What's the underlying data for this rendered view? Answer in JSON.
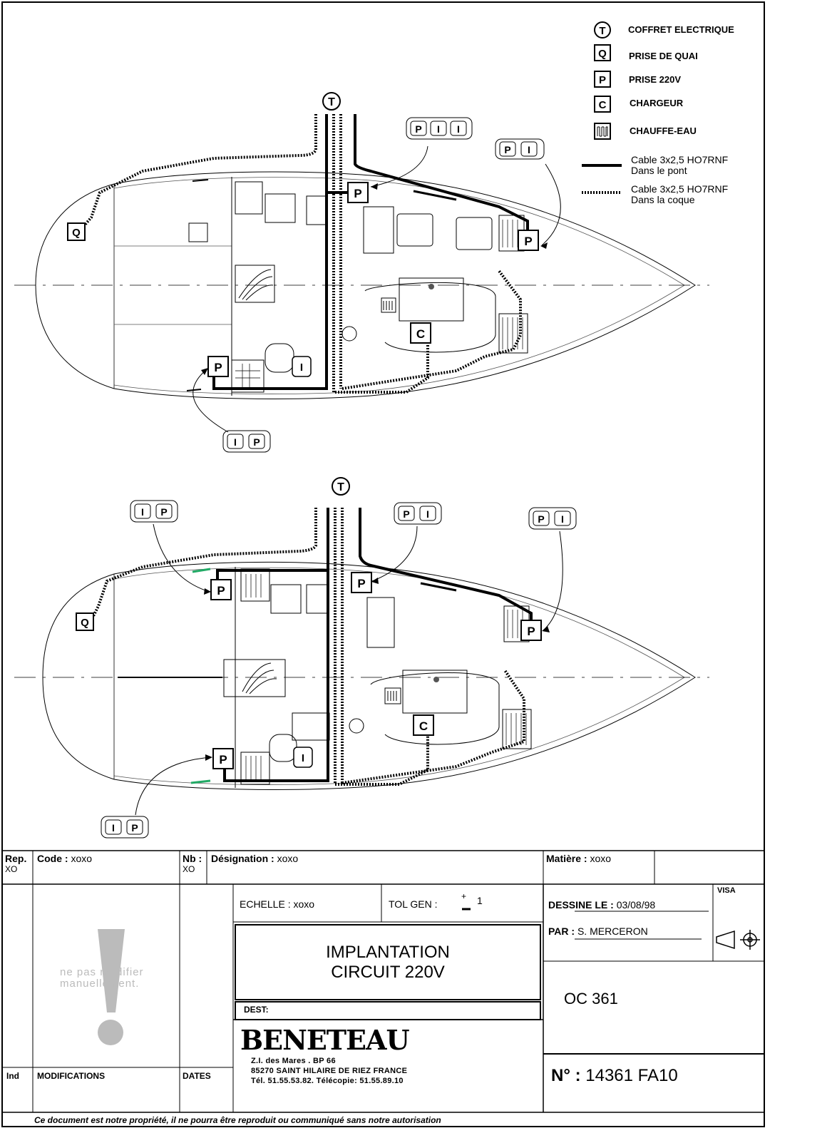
{
  "legend": {
    "items": [
      {
        "symbol": "T",
        "label": "COFFRET ELECTRIQUE"
      },
      {
        "symbol": "Q",
        "label": "PRISE DE QUAI"
      },
      {
        "symbol": "P",
        "label": "PRISE 220V"
      },
      {
        "symbol": "C",
        "label": "CHARGEUR"
      },
      {
        "symbol": "",
        "label": "CHAUFFE-EAU"
      }
    ],
    "cable_deck_1": "Cable 3x2,5 HO7RNF",
    "cable_deck_2": "Dans le pont",
    "cable_hull_1": "Cable 3x2,5 HO7RNF",
    "cable_hull_2": "Dans la coque"
  },
  "symbols": {
    "T": "T",
    "Q": "Q",
    "P": "P",
    "C": "C",
    "I": "I"
  },
  "title_block": {
    "rep_label": "Rep.",
    "rep_value": "XO",
    "code_label": "Code :",
    "code_value": "xoxo",
    "nb_label": "Nb :",
    "nb_value": "XO",
    "designation_label": "Désignation :",
    "designation_value": "xoxo",
    "matiere_label": "Matière :",
    "matiere_value": "xoxo",
    "warning": "ne pas modifier manuellement.",
    "echelle_label": "ECHELLE :",
    "echelle_value": "xoxo",
    "tol_label": "TOL GEN :",
    "tol_sign": "+",
    "tol_value": "1",
    "dessine_label": "DESSINE LE :",
    "dessine_value": "03/08/98",
    "par_label": "PAR :",
    "par_value": "S. MERCERON",
    "visa_label": "VISA",
    "title_line1": "IMPLANTATION",
    "title_line2": "CIRCUIT 220V",
    "dest_label": "DEST:",
    "model": "OC 361",
    "brand": "BENETEAU",
    "address_1": "Z.I. des Mares . BP 66",
    "address_2": "85270 SAINT HILAIRE DE RIEZ FRANCE",
    "address_3": "Tél. 51.55.53.82.  Télécopie: 51.55.89.10",
    "ind_label": "Ind",
    "modifications_label": "MODIFICATIONS",
    "dates_label": "DATES",
    "number_label": "N° :",
    "number_value": "14361 FA10",
    "footer": "Ce document est notre propriété, il ne pourra être reproduit ou communiqué sans notre autorisation"
  }
}
